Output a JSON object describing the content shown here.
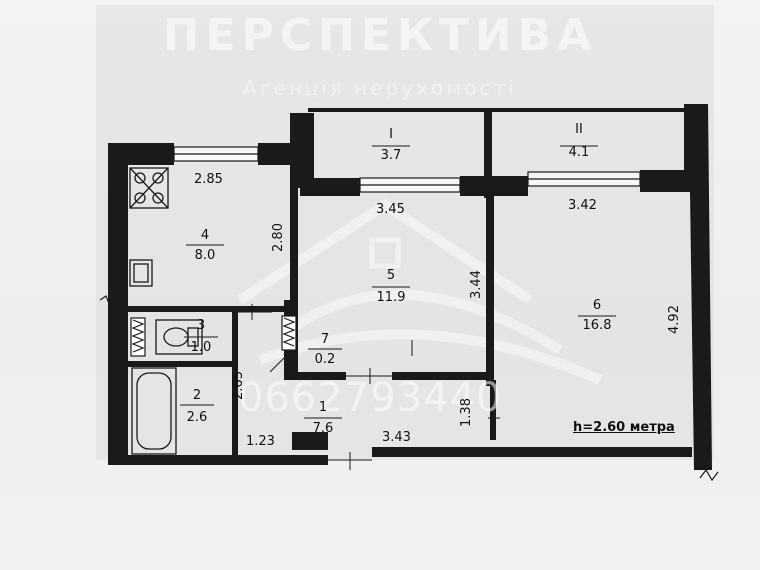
{
  "watermark": {
    "agency_name": "ПЕРСПЕКТИВА",
    "agency_tagline": "Агенція нерухомості",
    "phone": "0662793440"
  },
  "rooms": [
    {
      "id": "balcony-1",
      "number": "I",
      "area": "3.7"
    },
    {
      "id": "balcony-2",
      "number": "II",
      "area": "4.1"
    },
    {
      "id": "kitchen",
      "number": "4",
      "area": "8.0"
    },
    {
      "id": "room-5",
      "number": "5",
      "area": "11.9"
    },
    {
      "id": "room-6",
      "number": "6",
      "area": "16.8"
    },
    {
      "id": "toilet",
      "number": "3",
      "area": "1.0"
    },
    {
      "id": "closet",
      "number": "7",
      "area": "0.2"
    },
    {
      "id": "bathroom",
      "number": "2",
      "area": "2.6"
    },
    {
      "id": "hallway",
      "number": "1",
      "area": "7.6"
    }
  ],
  "dimensions": {
    "kitchen_width": "2.85",
    "kitchen_depth": "2.80",
    "room5_width": "3.45",
    "room5_depth": "3.44",
    "room6_width": "3.42",
    "room6_depth": "4.92",
    "bath_depth": "2.65",
    "hall_left": "1.23",
    "hall_width": "3.43",
    "hall_depth": "1.38"
  },
  "ceiling_height": "h=2.60 метра"
}
